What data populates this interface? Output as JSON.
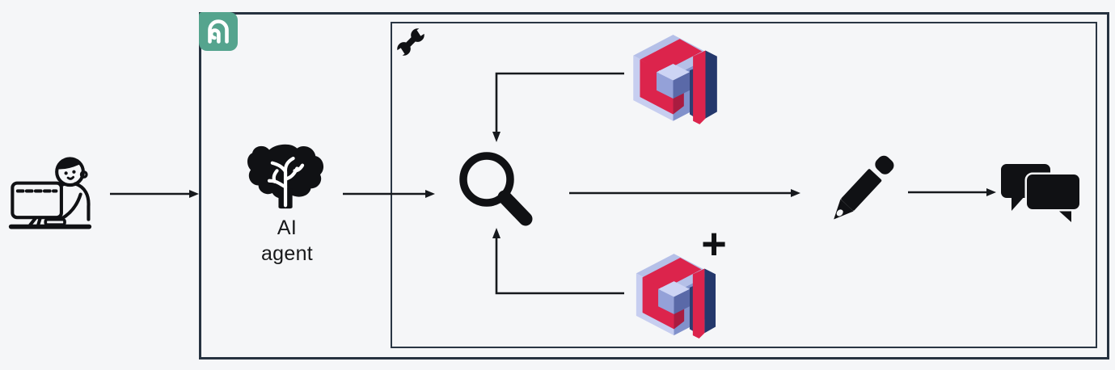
{
  "labels": {
    "agent_line1": "AI",
    "agent_line2": "agent",
    "plus": "+"
  },
  "colors": {
    "background": "#f5f6f8",
    "box_border": "#263240",
    "icon_black": "#101114",
    "badge_teal": "#55a48e",
    "qdrant_red": "#dc244c",
    "qdrant_dark_red": "#a91c40",
    "qdrant_navy": "#24386c",
    "qdrant_periwinkle": "#8191cb",
    "qdrant_lavender": "#b5c0e8",
    "qdrant_lavender_light": "#c7cef0"
  },
  "icons": {
    "user": "person-at-computer-icon",
    "framework_badge": "agno-logo-badge",
    "agent": "brain-icon",
    "tools": "wrench-icon",
    "search": "magnifying-glass-icon",
    "vector_db_top": "qdrant-cube-logo",
    "vector_db_bottom": "qdrant-cube-logo",
    "compose": "pencil-icon",
    "response": "chat-bubbles-icon"
  }
}
